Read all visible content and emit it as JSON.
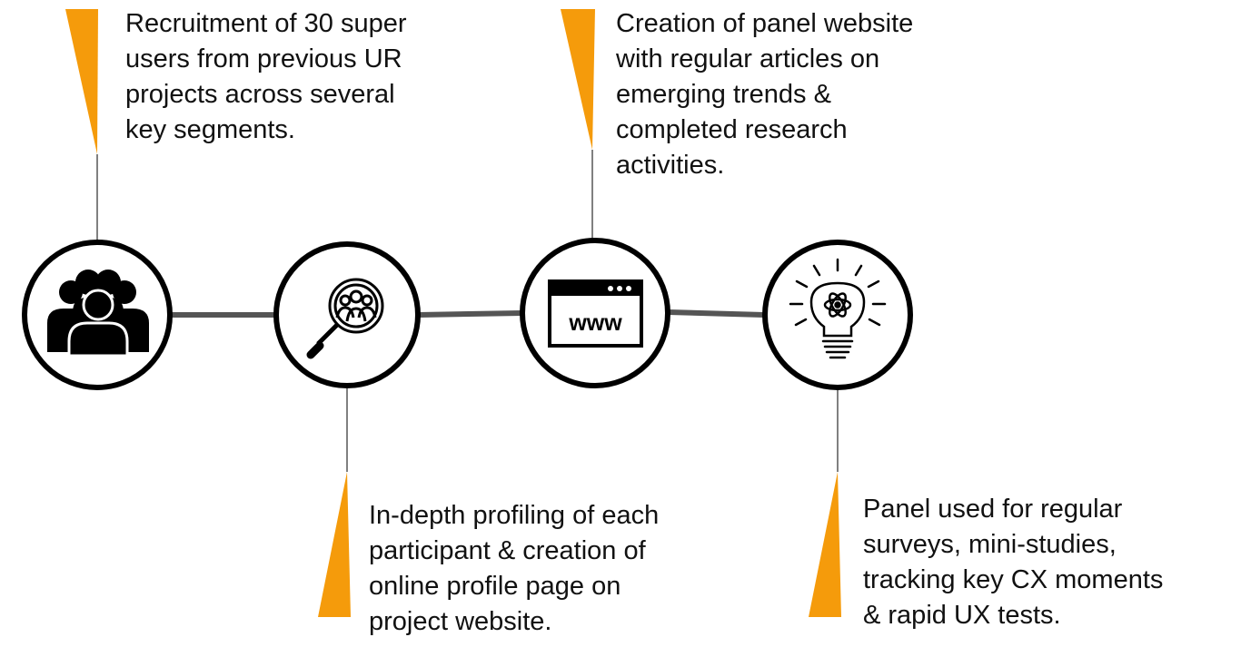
{
  "colors": {
    "accent": "#F59B0B",
    "line": "#555555",
    "circle_border": "#000000",
    "icon": "#000000",
    "text": "#111111",
    "background": "#FFFFFF"
  },
  "steps": [
    {
      "icon": "group-of-people-icon",
      "lines": [
        "Recruitment of 30 super",
        "users from previous UR",
        "projects across several",
        "key segments."
      ]
    },
    {
      "icon": "magnifier-people-icon",
      "lines": [
        "In-depth profiling of each",
        "participant & creation of",
        "online profile page on",
        "project website."
      ]
    },
    {
      "icon": "browser-www-icon",
      "icon_label": "www",
      "lines": [
        "Creation of panel website",
        "with regular articles on",
        "emerging trends &",
        "completed research",
        "activities."
      ]
    },
    {
      "icon": "lightbulb-atom-icon",
      "lines": [
        "Panel used for regular",
        "surveys, mini-studies,",
        "tracking key CX moments",
        "& rapid UX tests."
      ]
    }
  ]
}
